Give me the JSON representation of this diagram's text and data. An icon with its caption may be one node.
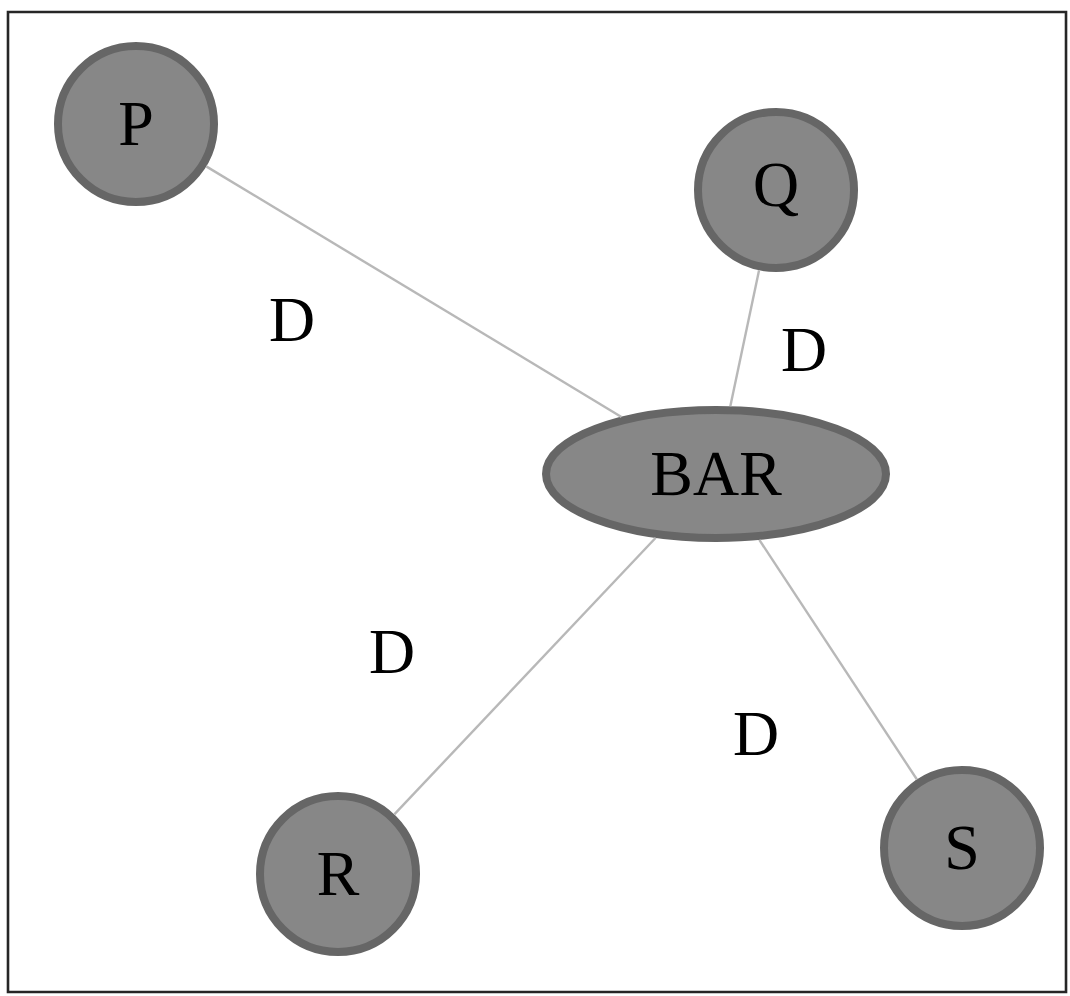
{
  "diagram": {
    "nodes": [
      {
        "text": [
          "P"
        ]
      },
      {
        "text": [
          "Q"
        ]
      },
      {
        "text": [
          "BAR"
        ]
      },
      {
        "text": [
          "R"
        ]
      },
      {
        "text": [
          "S"
        ]
      }
    ],
    "edges": [
      {
        "from": 0,
        "to": 2,
        "arrow": "none",
        "label": "D"
      },
      {
        "from": 1,
        "to": 2,
        "arrow": "none",
        "label": "D"
      },
      {
        "from": 2,
        "to": 3,
        "arrow": "none",
        "label": "D"
      },
      {
        "from": 2,
        "to": 4,
        "arrow": "none",
        "label": "D"
      }
    ]
  }
}
